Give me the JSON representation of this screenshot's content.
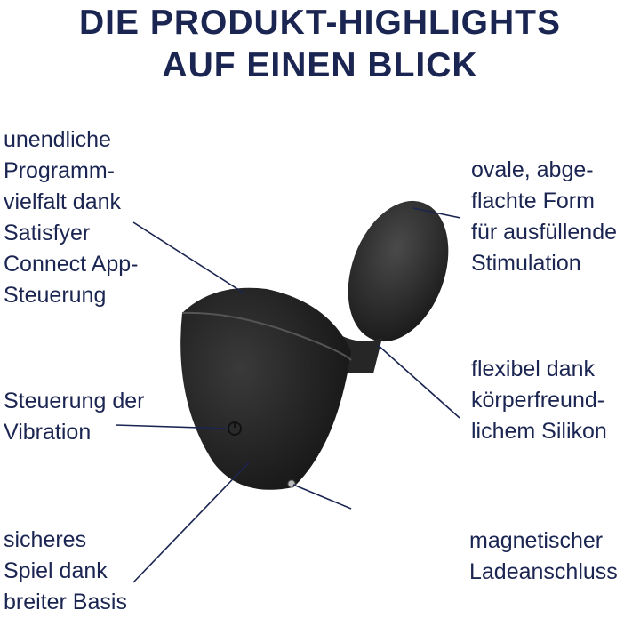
{
  "title": {
    "line1": "DIE PRODUKT-HIGHLIGHTS",
    "line2": "AUF EINEN BLICK"
  },
  "features": {
    "app": [
      "unendliche",
      "Programm-",
      "vielfalt dank",
      "Satisfyer",
      "Connect App-",
      "Steuerung"
    ],
    "shape": [
      "ovale, abge-",
      "flachte Form",
      "für ausfüllende",
      "Stimulation"
    ],
    "silicone": [
      "flexibel dank",
      "körperfreund-",
      "lichem Silikon"
    ],
    "vibration": [
      "Steuerung der",
      "Vibration"
    ],
    "base": [
      "sicheres",
      "Spiel dank",
      "breiter Basis"
    ],
    "charging": [
      "magnetischer",
      "Ladeanschluss"
    ]
  },
  "colors": {
    "text": "#1b2552",
    "product": "#2b2b2b"
  },
  "icons": {
    "power": "power-icon"
  }
}
